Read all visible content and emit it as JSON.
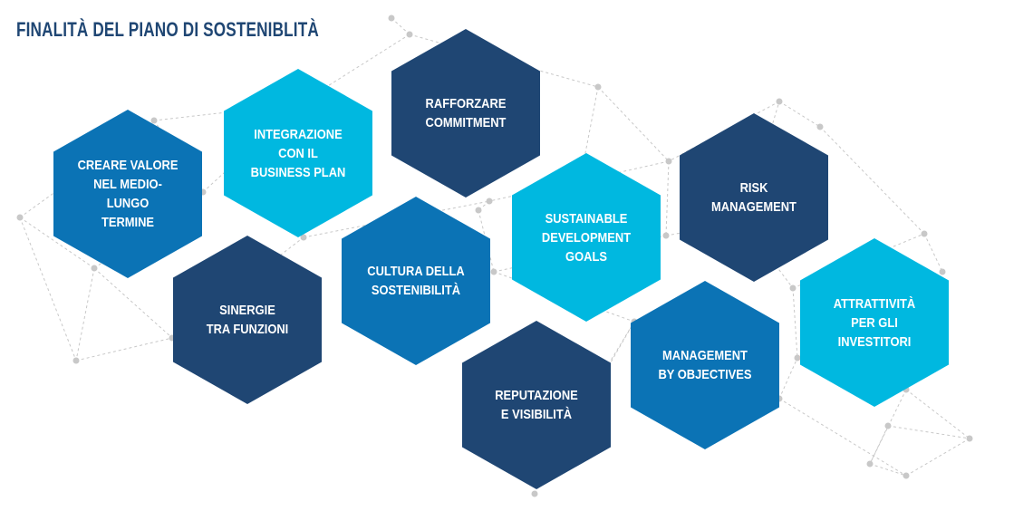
{
  "title": "FINALITÀ DEL PIANO DI SOSTENIBLITÀ",
  "colors": {
    "title": "#1f4673",
    "dark": "#1f4673",
    "medium": "#0b73b5",
    "light": "#00b8e0",
    "network": "#c8c8c8"
  },
  "goals": [
    {
      "label": "CREARE VALORE\nNEL MEDIO-LUNGO\nTERMINE",
      "color": "medium"
    },
    {
      "label": "INTEGRAZIONE\nCON IL\nBUSINESS PLAN",
      "color": "light"
    },
    {
      "label": "RAFFORZARE\nCOMMITMENT",
      "color": "dark"
    },
    {
      "label": "SINERGIE\nTRA FUNZIONI",
      "color": "dark"
    },
    {
      "label": "CULTURA DELLA\nSOSTENIBILITÀ",
      "color": "medium"
    },
    {
      "label": "SUSTAINABLE\nDEVELOPMENT\nGOALS",
      "color": "light"
    },
    {
      "label": "RISK\nMANAGEMENT",
      "color": "dark"
    },
    {
      "label": "REPUTAZIONE\nE VISIBILITÀ",
      "color": "dark"
    },
    {
      "label": "MANAGEMENT\nBY OBJECTIVES",
      "color": "medium"
    },
    {
      "label": "ATTRATTIVITÀ\nPER GLI\nINVESTITORI",
      "color": "light"
    }
  ]
}
